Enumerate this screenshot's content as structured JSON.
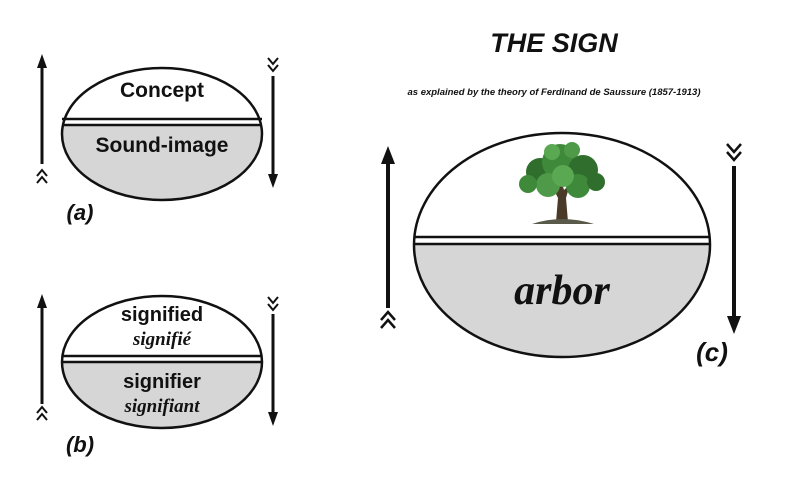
{
  "title": "THE SIGN",
  "subtitle": "as explained by the theory of Ferdinand de Saussure (1857-1913)",
  "diagram_a": {
    "top_label": "Concept",
    "bottom_label": "Sound-image",
    "caption": "(a)"
  },
  "diagram_b": {
    "top_label": "signified",
    "top_label_fr": "signifié",
    "bottom_label": "signifier",
    "bottom_label_fr": "signifiant",
    "caption": "(b)"
  },
  "diagram_c": {
    "top_image": "tree-icon",
    "bottom_label": "arbor",
    "caption": "(c)"
  },
  "colors": {
    "outline": "#111111",
    "bottom_fill": "#d6d6d6",
    "top_fill": "#ffffff",
    "tree_foliage": "#3f8a3a",
    "tree_trunk": "#4a3a28"
  }
}
